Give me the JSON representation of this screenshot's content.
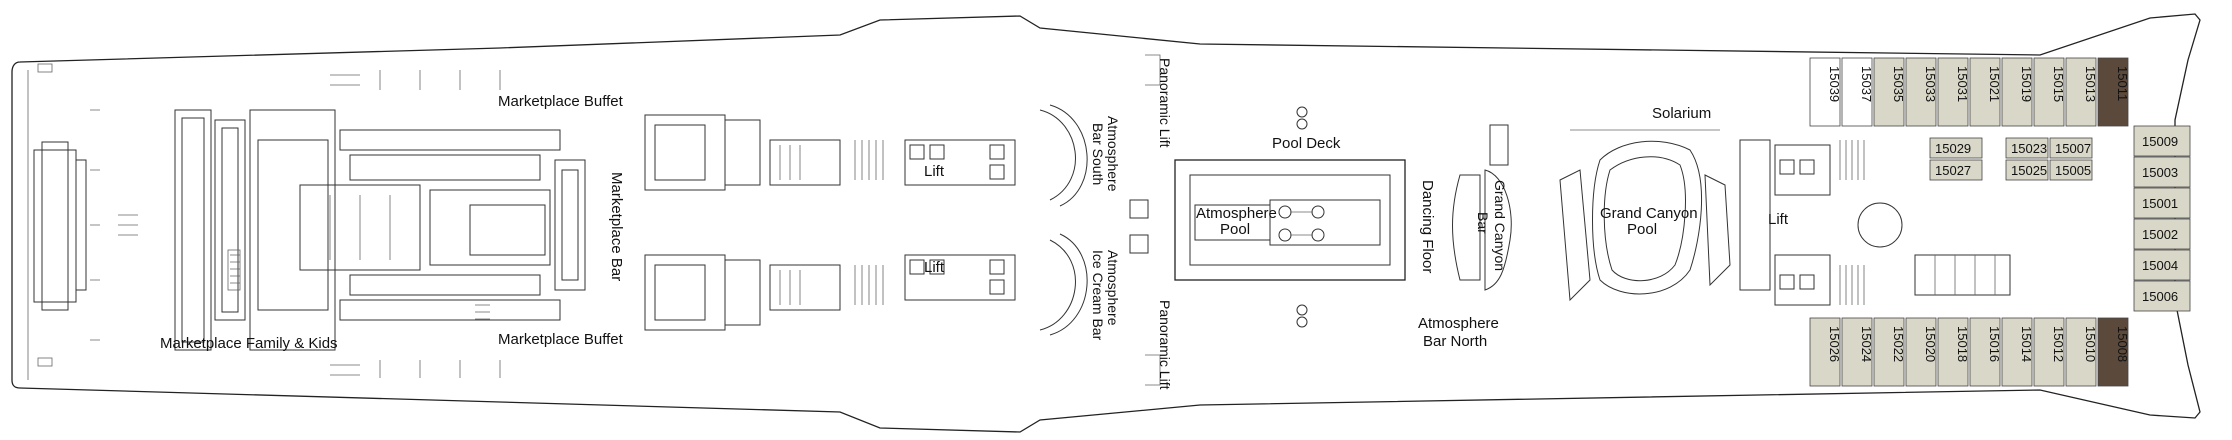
{
  "map": {
    "colors": {
      "cabin_fill": "#d9d7c8",
      "suite_fill": "#5b4a3c",
      "line": "#222222",
      "background": "#ffffff"
    },
    "venues": {
      "marketplace_buffet_top": "Marketplace Buffet",
      "marketplace_buffet_bottom": "Marketplace Buffet",
      "marketplace_bar": "Marketplace Bar",
      "marketplace_family": "Marketplace Family & Kids",
      "lift_aft_upper": "Lift",
      "lift_aft_lower": "Lift",
      "atmosphere_bar_south": [
        "Atmosphere",
        "Bar South"
      ],
      "atmosphere_ice_cream": [
        "Atmosphere",
        "Ice Cream Bar"
      ],
      "panoramic_lift_top": "Panoramic Lift",
      "panoramic_lift_bottom": "Panoramic Lift",
      "pool_deck": "Pool Deck",
      "atmosphere_pool": [
        "Atmosphere",
        "Pool"
      ],
      "dancing_floor": "Dancing Floor",
      "grand_canyon_bar": [
        "Grand Canyon",
        "Bar"
      ],
      "atmosphere_bar_north": [
        "Atmosphere",
        "Bar North"
      ],
      "solarium": "Solarium",
      "grand_canyon_pool": [
        "Grand Canyon",
        "Pool"
      ],
      "lift_fwd": "Lift"
    },
    "cabins_top_row": [
      "15039",
      "15037",
      "15035",
      "15033",
      "15031",
      "15021",
      "15019",
      "15015",
      "15013",
      "15011"
    ],
    "cabins_bottom_row": [
      "15026",
      "15024",
      "15022",
      "15020",
      "15018",
      "15016",
      "15014",
      "15012",
      "15010",
      "15008"
    ],
    "cabins_mid_block": [
      [
        "15029",
        "15023",
        "15007"
      ],
      [
        "15027",
        "15025",
        "15005"
      ]
    ],
    "cabins_fwd_column": [
      "15009",
      "15003",
      "15001",
      "15002",
      "15004",
      "15006"
    ],
    "icons": [
      "wheelchair-icon",
      "lift-icon",
      "cabin-arrow-icon",
      "wave-icon"
    ]
  }
}
